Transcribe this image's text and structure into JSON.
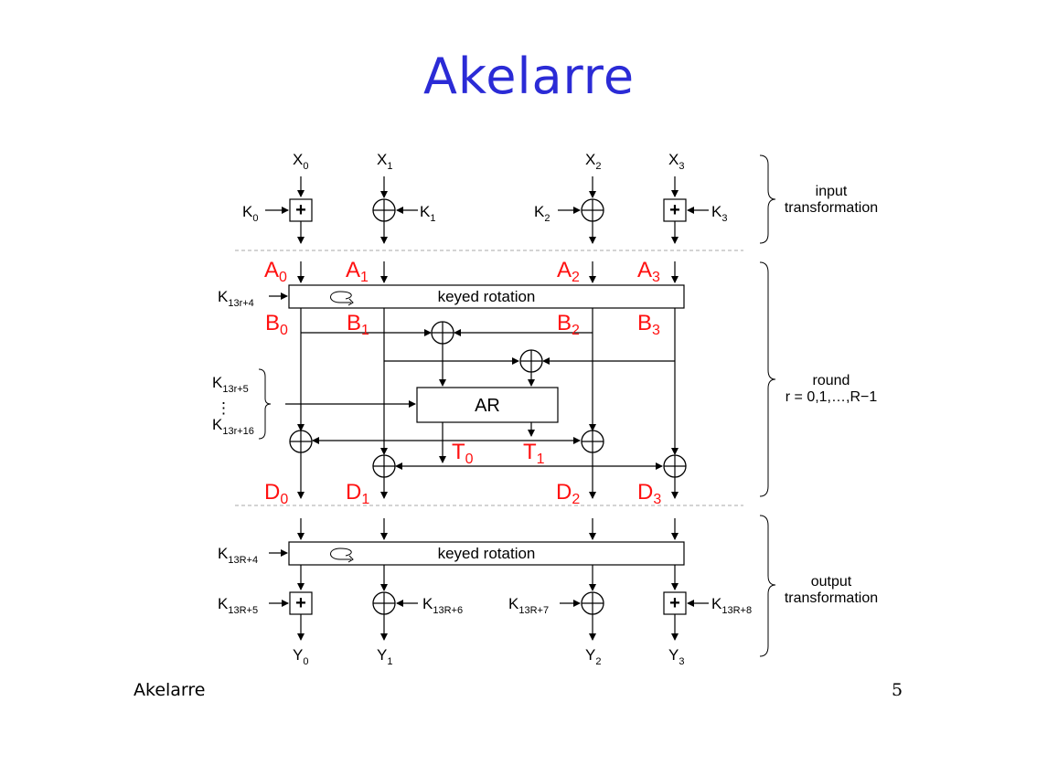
{
  "title": "Akelarre",
  "footer": {
    "left": "Akelarre",
    "page": "5"
  },
  "sections": {
    "input": {
      "line1": "input",
      "line2": "transformation"
    },
    "round": {
      "line1": "round",
      "line2": "r = 0,1,…,R−1"
    },
    "output": {
      "line1": "output",
      "line2": "transformation"
    }
  },
  "inputs": [
    {
      "base": "X",
      "sub": "0"
    },
    {
      "base": "X",
      "sub": "1"
    },
    {
      "base": "X",
      "sub": "2"
    },
    {
      "base": "X",
      "sub": "3"
    }
  ],
  "outputs": [
    {
      "base": "Y",
      "sub": "0"
    },
    {
      "base": "Y",
      "sub": "1"
    },
    {
      "base": "Y",
      "sub": "2"
    },
    {
      "base": "Y",
      "sub": "3"
    }
  ],
  "input_keys": [
    {
      "base": "K",
      "sub": "0"
    },
    {
      "base": "K",
      "sub": "1"
    },
    {
      "base": "K",
      "sub": "2"
    },
    {
      "base": "K",
      "sub": "3"
    }
  ],
  "output_keys": [
    {
      "base": "K",
      "sub": "13R+5"
    },
    {
      "base": "K",
      "sub": "13R+6"
    },
    {
      "base": "K",
      "sub": "13R+7"
    },
    {
      "base": "K",
      "sub": "13R+8"
    }
  ],
  "rotation_keys": {
    "round": {
      "base": "K",
      "sub": "13r+4"
    },
    "output": {
      "base": "K",
      "sub": "13R+4"
    }
  },
  "ar_keys": {
    "first": {
      "base": "K",
      "sub": "13r+5"
    },
    "dots": "⋮",
    "last": {
      "base": "K",
      "sub": "13r+16"
    }
  },
  "keyed_rotation_label": "keyed rotation",
  "ar_label": "AR",
  "plus_symbol": "+",
  "red_labels": {
    "A": [
      {
        "base": "A",
        "sub": "0"
      },
      {
        "base": "A",
        "sub": "1"
      },
      {
        "base": "A",
        "sub": "2"
      },
      {
        "base": "A",
        "sub": "3"
      }
    ],
    "B": [
      {
        "base": "B",
        "sub": "0"
      },
      {
        "base": "B",
        "sub": "1"
      },
      {
        "base": "B",
        "sub": "2"
      },
      {
        "base": "B",
        "sub": "3"
      }
    ],
    "D": [
      {
        "base": "D",
        "sub": "0"
      },
      {
        "base": "D",
        "sub": "1"
      },
      {
        "base": "D",
        "sub": "2"
      },
      {
        "base": "D",
        "sub": "3"
      }
    ],
    "T": [
      {
        "base": "T",
        "sub": "0"
      },
      {
        "base": "T",
        "sub": "1"
      }
    ]
  },
  "colors": {
    "title": "#2b2bd6",
    "labels_red": "#ff1010",
    "lines": "#000000",
    "separator": "#aaaaaa"
  }
}
